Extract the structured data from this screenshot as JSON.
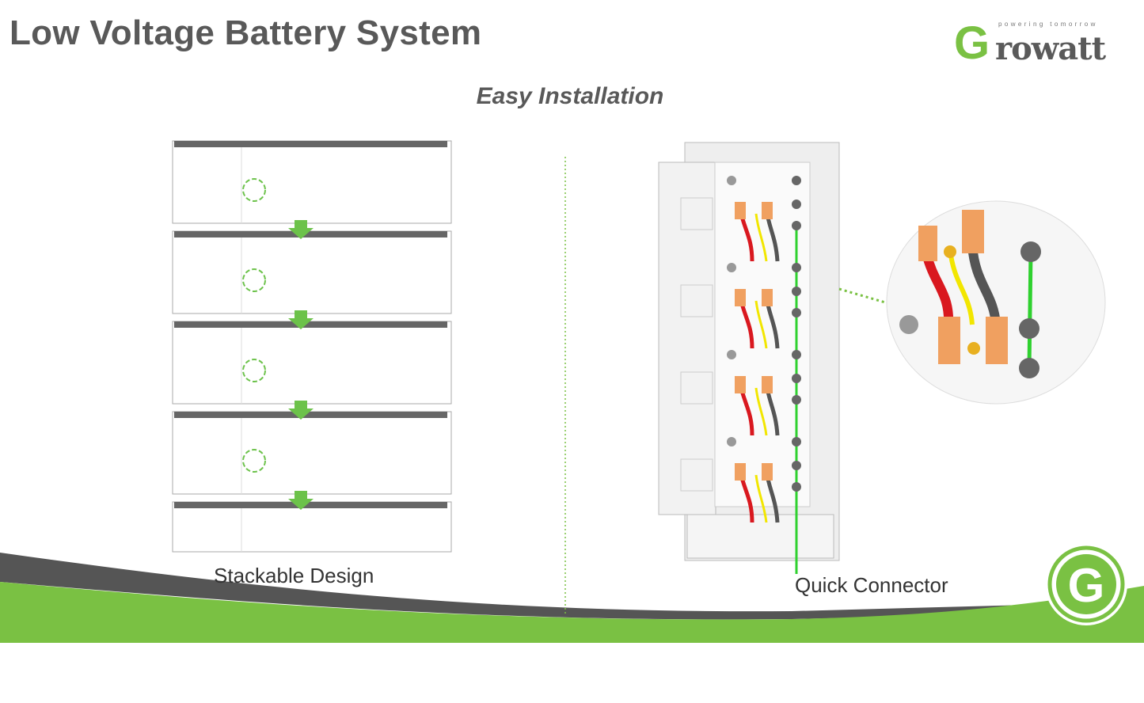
{
  "header": {
    "title": "Low Voltage Battery System",
    "subtitle": "Easy Installation"
  },
  "logo": {
    "brand_initial": "G",
    "brand_rest": "rowatt",
    "tagline": "powering tomorrow",
    "emblem_letter": "G"
  },
  "left_panel": {
    "caption": "Stackable Design",
    "module_count": 5
  },
  "right_panel": {
    "caption": "Quick Connector"
  },
  "colors": {
    "brand_green": "#7ac143",
    "text_gray": "#595959",
    "arrow_green": "#6cc24a",
    "cable_red": "#d9181f",
    "cable_yellow": "#f2e600",
    "cable_gray": "#555555",
    "connector_orange": "#f0a060"
  }
}
